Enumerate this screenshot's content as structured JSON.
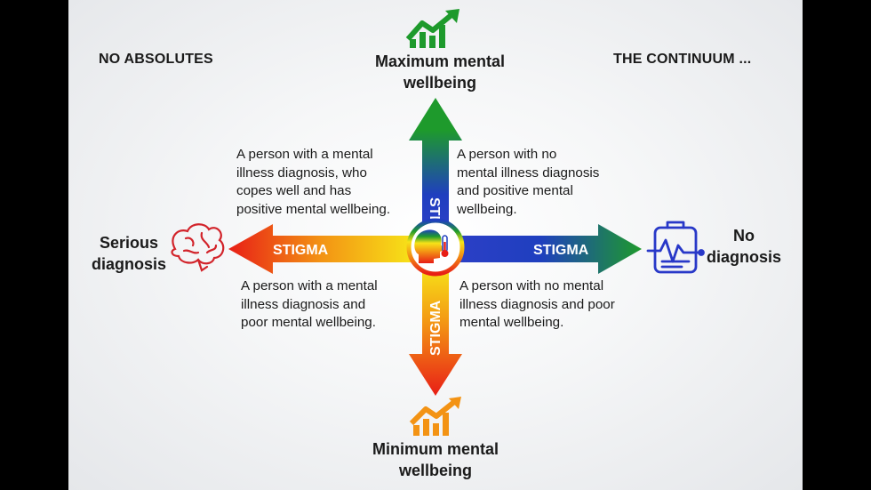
{
  "corners": {
    "left": "NO ABSOLUTES",
    "right": "THE CONTINUUM ..."
  },
  "axes": {
    "top": [
      "Maximum mental",
      "wellbeing"
    ],
    "bottom": [
      "Minimum mental",
      "wellbeing"
    ],
    "left": [
      "Serious",
      "diagnosis"
    ],
    "right": [
      "No",
      "diagnosis"
    ]
  },
  "arrow_label": "STIGMA",
  "quadrants": {
    "top_left": [
      "A person with a mental",
      "illness diagnosis, who",
      "copes well and has",
      "positive mental wellbeing."
    ],
    "top_right": [
      "A person with no",
      "mental illness diagnosis",
      "and positive mental",
      "wellbeing."
    ],
    "bottom_left": [
      "A person with a mental",
      "illness diagnosis and",
      "poor mental wellbeing."
    ],
    "bottom_right": [
      "A person with no mental",
      "illness diagnosis and poor",
      "mental wellbeing."
    ]
  },
  "icons": {
    "top": "trend-up-icon",
    "bottom": "trend-down-icon",
    "left": "brain-icon",
    "right": "clipboard-heartbeat-icon",
    "center": "head-thermometer-icon"
  },
  "colors": {
    "green": "#1e9a2c",
    "blue": "#1f3fbf",
    "yellow": "#f2d20f",
    "orange": "#f39314",
    "red": "#e81e16"
  }
}
